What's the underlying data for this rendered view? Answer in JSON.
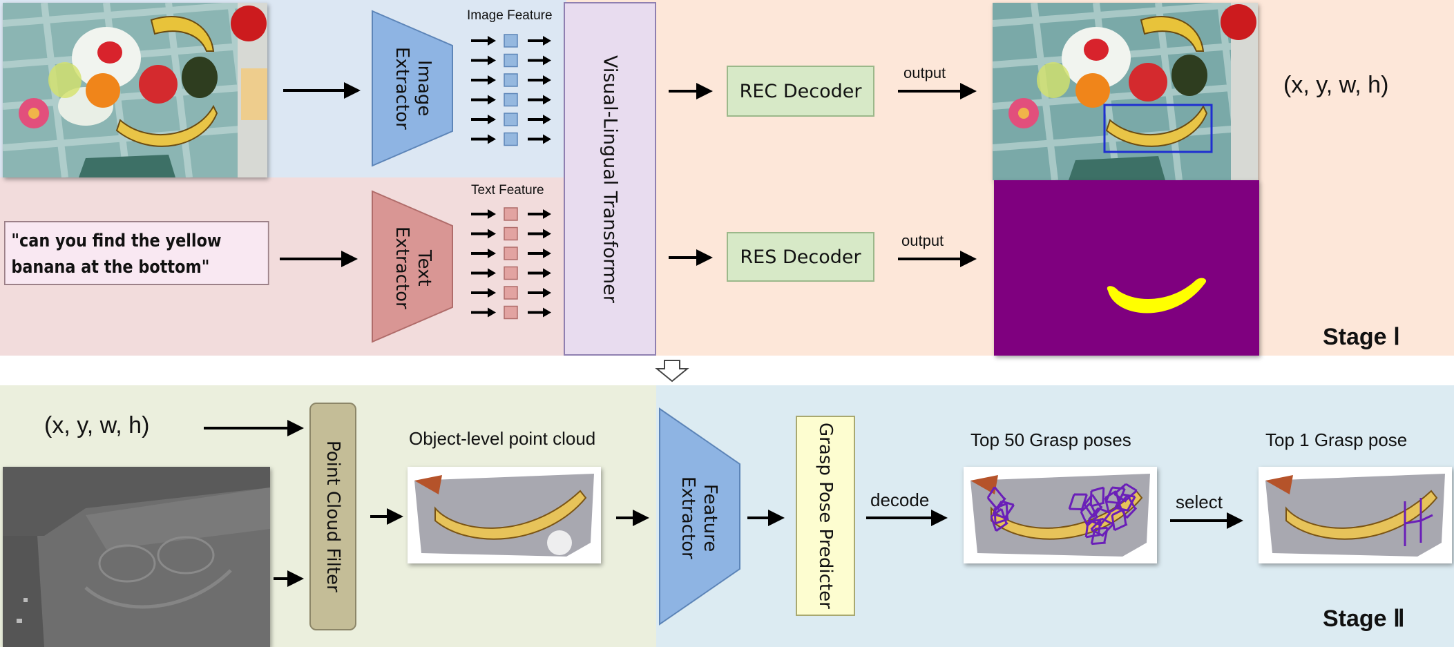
{
  "stage1": {
    "image_feature_label": "Image Feature",
    "text_feature_label": "Text Feature",
    "image_extractor_label": "Image Extractor",
    "text_extractor_label": "Text Extractor",
    "transformer_label": "Visual-Lingual Transformer",
    "rec_decoder_label": "REC Decoder",
    "res_decoder_label": "RES Decoder",
    "output_label_top": "output",
    "output_label_bottom": "output",
    "query_line1": "\"can you find the yellow",
    "query_line2": "banana at the bottom\"",
    "bbox_label": "(x, y, w, h)",
    "stage_label": "Stage Ⅰ"
  },
  "stage2": {
    "bbox_input_label": "(x, y, w, h)",
    "point_cloud_filter_label": "Point Cloud Filter",
    "object_cloud_label": "Object-level point cloud",
    "feature_extractor_label": "Feature Extractor",
    "grasp_predicter_label": "Grasp Pose Predicter",
    "decode_label": "decode",
    "select_label": "select",
    "top50_label": "Top 50 Grasp poses",
    "top1_label": "Top 1 Grasp pose",
    "stage_label": "Stage Ⅱ"
  },
  "colors": {
    "image_band": "#dce7f3",
    "text_band": "#f2dcdc",
    "output_band": "#fde7d9",
    "stage2_left_band": "#ebefdd",
    "stage2_right_band": "#dcebf2",
    "image_extractor": "#8eb4e3",
    "text_extractor": "#d99694",
    "transformer": "#e8dcef",
    "decoder": "#d7e9c7",
    "point_cloud_filter": "#c4bd97",
    "grasp_predicter": "#fdfdd0",
    "mask_bg": "#7f007f",
    "mask_fg": "#ffff00",
    "bbox": "#1f2fd0",
    "grasp": "#6a1fb8"
  }
}
